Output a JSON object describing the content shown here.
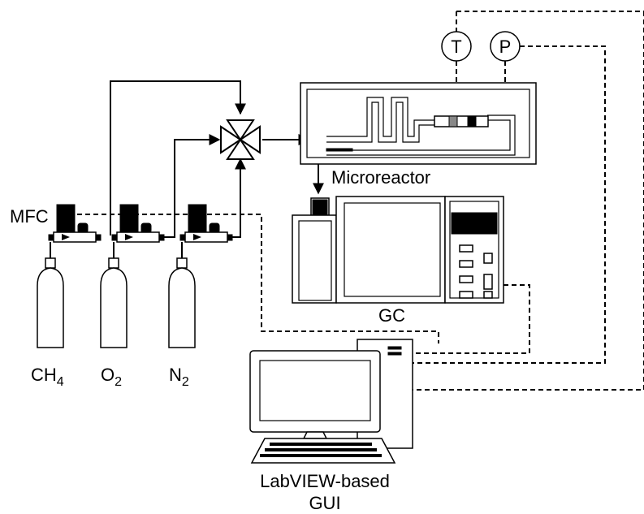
{
  "labels": {
    "temperature": "T",
    "pressure": "P",
    "microreactor": "Microreactor",
    "mfc": "MFC",
    "gc": "GC",
    "gui_line1": "LabVIEW-based",
    "gui_line2": "GUI",
    "gas1_base": "CH",
    "gas1_sub": "4",
    "gas2_base": "O",
    "gas2_sub": "2",
    "gas3_base": "N",
    "gas3_sub": "2"
  }
}
